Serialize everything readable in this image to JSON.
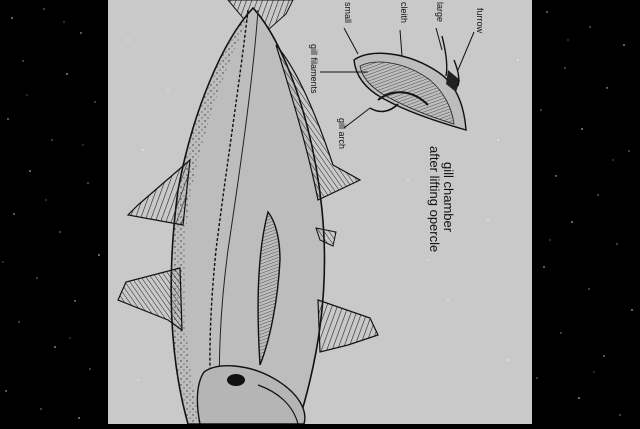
{
  "labels": {
    "small": "small",
    "cleithrum": "cleith",
    "large": "large",
    "furrow": "furrow",
    "gill_filaments": "gill filaments",
    "gill_arch": "gill arch"
  },
  "caption": {
    "line1": "gill chamber",
    "line2": "after lifting opercle"
  },
  "colors": {
    "panel": "#c9c9c9",
    "ink": "#111111",
    "background": "#000000"
  }
}
